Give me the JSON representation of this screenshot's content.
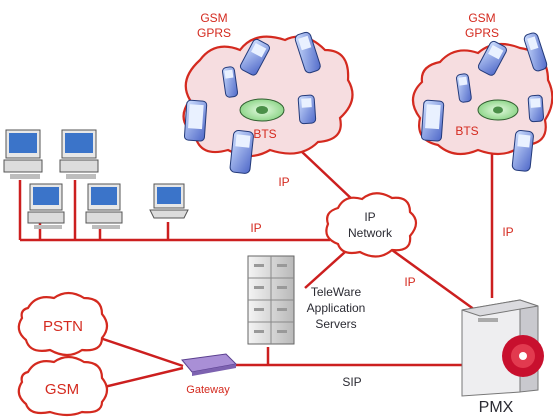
{
  "diagram": {
    "clouds": {
      "gsm_left_title": "GSM",
      "gsm_left_subtitle": "GPRS",
      "gsm_right_title": "GSM",
      "gsm_right_subtitle": "GPRS",
      "bts_left": "BTS",
      "bts_right": "BTS",
      "ip_network_line1": "IP",
      "ip_network_line2": "Network",
      "pstn": "PSTN",
      "gsm_bottom": "GSM"
    },
    "link_labels": {
      "ip_bts_left": "IP",
      "ip_lan": "IP",
      "ip_network_pmx": "IP",
      "ip_bts_right": "IP",
      "sip": "SIP"
    },
    "nodes": {
      "servers_line1": "TeleWare",
      "servers_line2": "Application",
      "servers_line3": "Servers",
      "gateway": "Gateway",
      "pmx": "PMX"
    },
    "colors": {
      "link": "#cc1f1f",
      "cloud_outline": "#d42a1f",
      "cloud_fill": "#f6dde0",
      "label_red": "#d42a1f",
      "label_dark": "#2b2b33",
      "bts_fill": "#9fd89a"
    }
  }
}
